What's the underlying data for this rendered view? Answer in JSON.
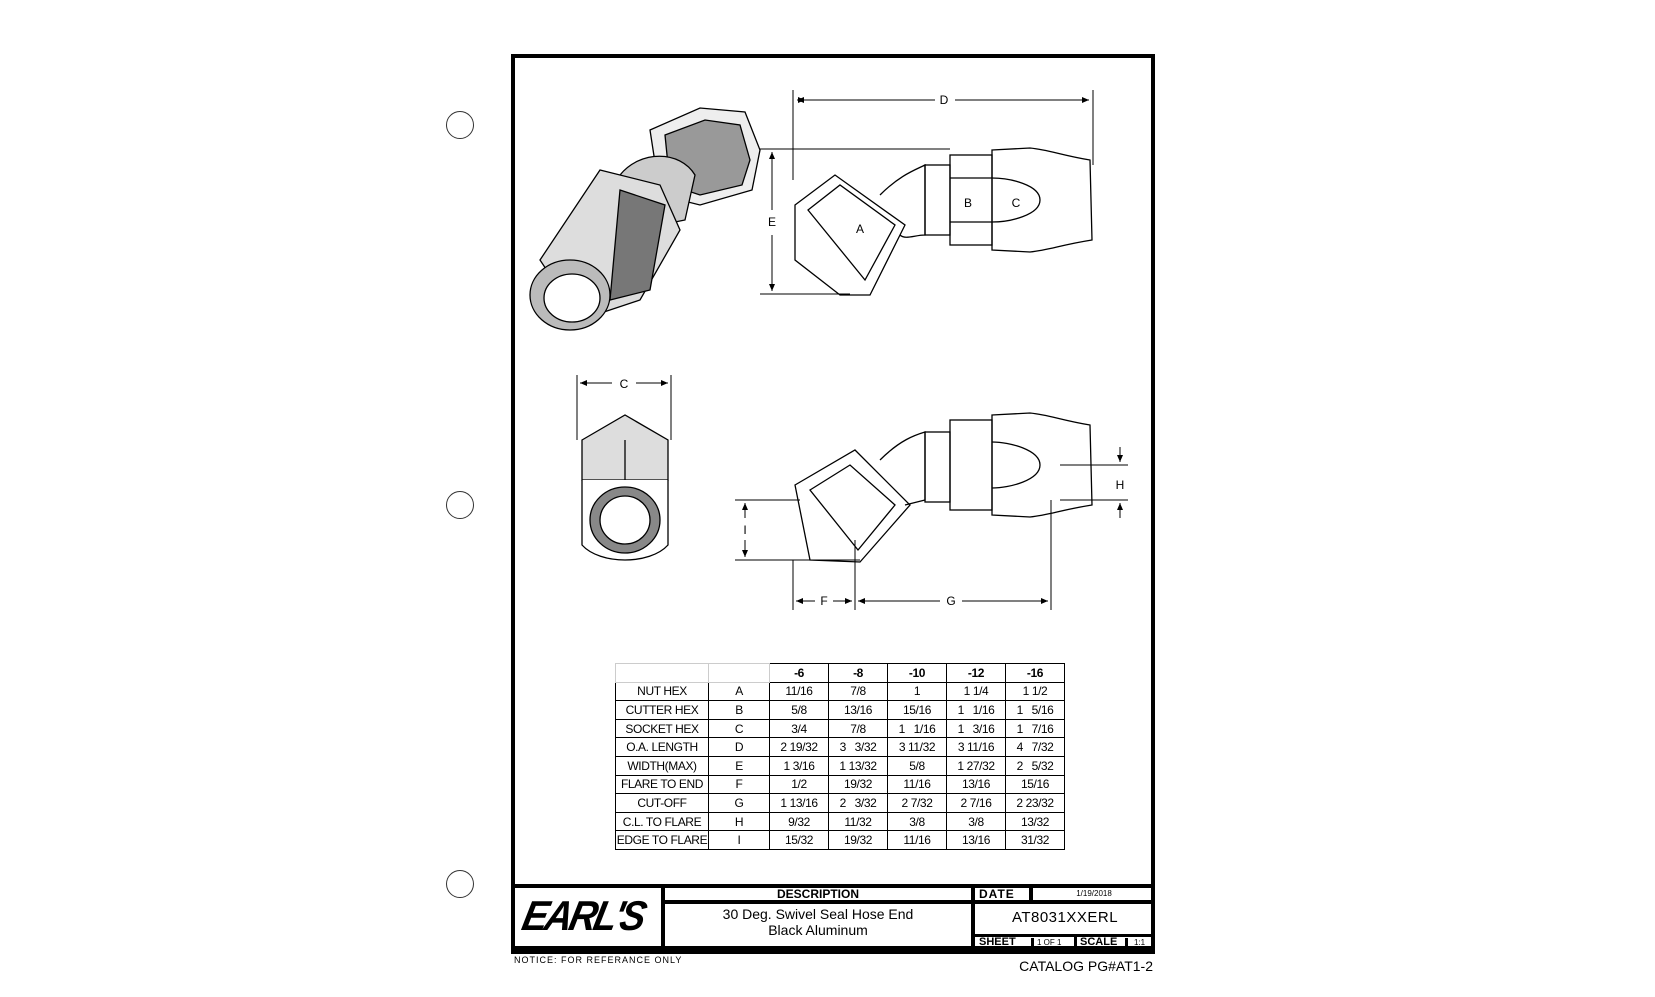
{
  "drawing": {
    "labels": {
      "A": "A",
      "B": "B",
      "C": "C",
      "D": "D",
      "E": "E",
      "C2": "C",
      "F": "F",
      "G": "G",
      "H": "H",
      "I": "I"
    }
  },
  "table": {
    "headers": [
      "",
      "",
      "-6",
      "-8",
      "-10",
      "-12",
      "-16"
    ],
    "rows": [
      {
        "name": "NUT HEX",
        "code": "A",
        "values": [
          "11/16",
          "7/8",
          "1",
          "1 1/4",
          "1 1/2"
        ]
      },
      {
        "name": "CUTTER HEX",
        "code": "B",
        "values": [
          "5/8",
          "13/16",
          "15/16",
          "1   1/16",
          "1   5/16"
        ]
      },
      {
        "name": "SOCKET HEX",
        "code": "C",
        "values": [
          "3/4",
          "7/8",
          "1   1/16",
          "1   3/16",
          "1   7/16"
        ]
      },
      {
        "name": "O.A. LENGTH",
        "code": "D",
        "values": [
          "2 19/32",
          "3   3/32",
          "3 11/32",
          "3 11/16",
          "4   7/32"
        ]
      },
      {
        "name": "WIDTH(MAX)",
        "code": "E",
        "values": [
          "1 3/16",
          "1 13/32",
          "5/8",
          "1 27/32",
          "2   5/32"
        ]
      },
      {
        "name": "FLARE TO END",
        "code": "F",
        "values": [
          "1/2",
          "19/32",
          "11/16",
          "13/16",
          "15/16"
        ]
      },
      {
        "name": "CUT-OFF",
        "code": "G",
        "values": [
          "1 13/16",
          "2   3/32",
          "2 7/32",
          "2 7/16",
          "2 23/32"
        ]
      },
      {
        "name": "C.L. TO FLARE",
        "code": "H",
        "values": [
          "9/32",
          "11/32",
          "3/8",
          "3/8",
          "13/32"
        ]
      },
      {
        "name": "EDGE TO FLARE",
        "code": "I",
        "values": [
          "15/32",
          "19/32",
          "11/16",
          "13/16",
          "31/32"
        ]
      }
    ]
  },
  "title_block": {
    "logo": "EARL'S",
    "description_label": "DESCRIPTION",
    "description_line1": "30 Deg. Swivel Seal Hose End",
    "description_line2": "Black Aluminum",
    "date_label": "DATE",
    "date": "1/19/2018",
    "part_number": "AT8031XXERL",
    "sheet_label": "SHEET",
    "sheet": "1 OF 1",
    "scale_label": "SCALE",
    "scale": "1:1"
  },
  "notice": "NOTICE: FOR REFERANCE ONLY",
  "catalog": "CATALOG PG#AT1-2"
}
